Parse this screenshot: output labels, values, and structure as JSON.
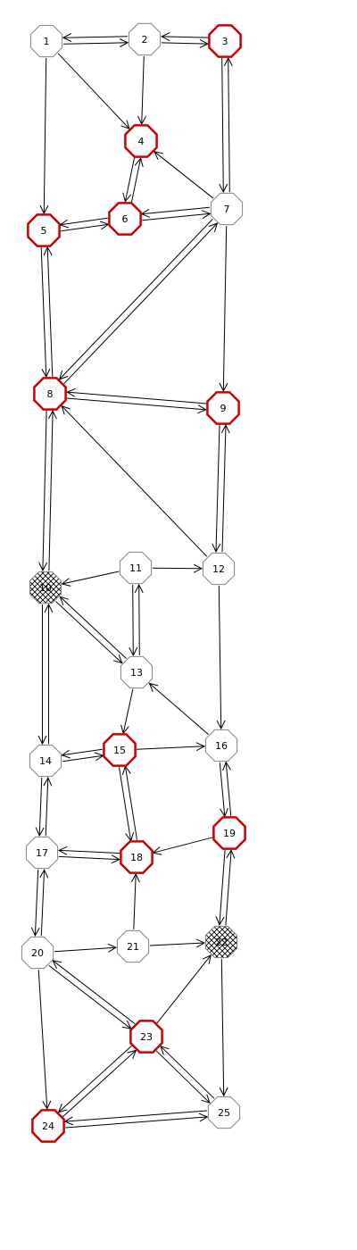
{
  "colors": {
    "background": "#ffffff",
    "node_fill": "#ffffff",
    "node_stroke_normal": "#808080",
    "node_stroke_highlight": "#cc0000",
    "edge": "#000000",
    "hatch": "#000000"
  },
  "nodes": [
    {
      "id": "1",
      "label": "1",
      "style": "normal"
    },
    {
      "id": "2",
      "label": "2",
      "style": "normal"
    },
    {
      "id": "3",
      "label": "3",
      "style": "highlight"
    },
    {
      "id": "4",
      "label": "4",
      "style": "highlight"
    },
    {
      "id": "5",
      "label": "5",
      "style": "highlight"
    },
    {
      "id": "6",
      "label": "6",
      "style": "highlight"
    },
    {
      "id": "7",
      "label": "7",
      "style": "normal"
    },
    {
      "id": "8",
      "label": "8",
      "style": "highlight"
    },
    {
      "id": "9",
      "label": "9",
      "style": "highlight"
    },
    {
      "id": "10",
      "label": "10",
      "style": "hatched"
    },
    {
      "id": "11",
      "label": "11",
      "style": "normal"
    },
    {
      "id": "12",
      "label": "12",
      "style": "normal"
    },
    {
      "id": "13",
      "label": "13",
      "style": "normal"
    },
    {
      "id": "14",
      "label": "14",
      "style": "normal"
    },
    {
      "id": "15",
      "label": "15",
      "style": "highlight"
    },
    {
      "id": "16",
      "label": "16",
      "style": "normal"
    },
    {
      "id": "17",
      "label": "17",
      "style": "normal"
    },
    {
      "id": "18",
      "label": "18",
      "style": "highlight"
    },
    {
      "id": "19",
      "label": "19",
      "style": "highlight"
    },
    {
      "id": "20",
      "label": "20",
      "style": "normal"
    },
    {
      "id": "21",
      "label": "21",
      "style": "normal"
    },
    {
      "id": "22",
      "label": "22",
      "style": "hatched"
    },
    {
      "id": "23",
      "label": "23",
      "style": "highlight"
    },
    {
      "id": "24",
      "label": "24",
      "style": "highlight"
    },
    {
      "id": "25",
      "label": "25",
      "style": "normal"
    }
  ],
  "edges": [
    {
      "from": "1",
      "to": "2"
    },
    {
      "from": "2",
      "to": "1"
    },
    {
      "from": "2",
      "to": "3"
    },
    {
      "from": "3",
      "to": "2"
    },
    {
      "from": "1",
      "to": "4"
    },
    {
      "from": "2",
      "to": "4"
    },
    {
      "from": "1",
      "to": "5"
    },
    {
      "from": "3",
      "to": "7"
    },
    {
      "from": "7",
      "to": "3"
    },
    {
      "from": "4",
      "to": "6"
    },
    {
      "from": "6",
      "to": "4"
    },
    {
      "from": "7",
      "to": "4"
    },
    {
      "from": "5",
      "to": "6"
    },
    {
      "from": "6",
      "to": "5"
    },
    {
      "from": "6",
      "to": "7"
    },
    {
      "from": "7",
      "to": "6"
    },
    {
      "from": "5",
      "to": "8"
    },
    {
      "from": "8",
      "to": "5"
    },
    {
      "from": "7",
      "to": "8"
    },
    {
      "from": "8",
      "to": "7"
    },
    {
      "from": "7",
      "to": "9"
    },
    {
      "from": "8",
      "to": "9"
    },
    {
      "from": "9",
      "to": "8"
    },
    {
      "from": "8",
      "to": "10"
    },
    {
      "from": "10",
      "to": "8"
    },
    {
      "from": "12",
      "to": "8"
    },
    {
      "from": "9",
      "to": "12"
    },
    {
      "from": "12",
      "to": "9"
    },
    {
      "from": "11",
      "to": "10"
    },
    {
      "from": "11",
      "to": "12"
    },
    {
      "from": "11",
      "to": "13"
    },
    {
      "from": "13",
      "to": "11"
    },
    {
      "from": "10",
      "to": "13"
    },
    {
      "from": "13",
      "to": "10"
    },
    {
      "from": "10",
      "to": "14"
    },
    {
      "from": "14",
      "to": "10"
    },
    {
      "from": "12",
      "to": "16"
    },
    {
      "from": "13",
      "to": "15"
    },
    {
      "from": "16",
      "to": "13"
    },
    {
      "from": "14",
      "to": "15"
    },
    {
      "from": "15",
      "to": "14"
    },
    {
      "from": "15",
      "to": "16"
    },
    {
      "from": "14",
      "to": "17"
    },
    {
      "from": "17",
      "to": "14"
    },
    {
      "from": "15",
      "to": "18"
    },
    {
      "from": "18",
      "to": "15"
    },
    {
      "from": "16",
      "to": "19"
    },
    {
      "from": "19",
      "to": "16"
    },
    {
      "from": "17",
      "to": "18"
    },
    {
      "from": "18",
      "to": "17"
    },
    {
      "from": "19",
      "to": "18"
    },
    {
      "from": "17",
      "to": "20"
    },
    {
      "from": "20",
      "to": "17"
    },
    {
      "from": "19",
      "to": "22"
    },
    {
      "from": "22",
      "to": "19"
    },
    {
      "from": "21",
      "to": "18"
    },
    {
      "from": "20",
      "to": "21"
    },
    {
      "from": "21",
      "to": "22"
    },
    {
      "from": "20",
      "to": "23"
    },
    {
      "from": "23",
      "to": "20"
    },
    {
      "from": "20",
      "to": "24"
    },
    {
      "from": "23",
      "to": "22"
    },
    {
      "from": "22",
      "to": "25"
    },
    {
      "from": "23",
      "to": "24"
    },
    {
      "from": "24",
      "to": "23"
    },
    {
      "from": "23",
      "to": "25"
    },
    {
      "from": "25",
      "to": "23"
    },
    {
      "from": "24",
      "to": "25"
    },
    {
      "from": "25",
      "to": "24"
    }
  ]
}
